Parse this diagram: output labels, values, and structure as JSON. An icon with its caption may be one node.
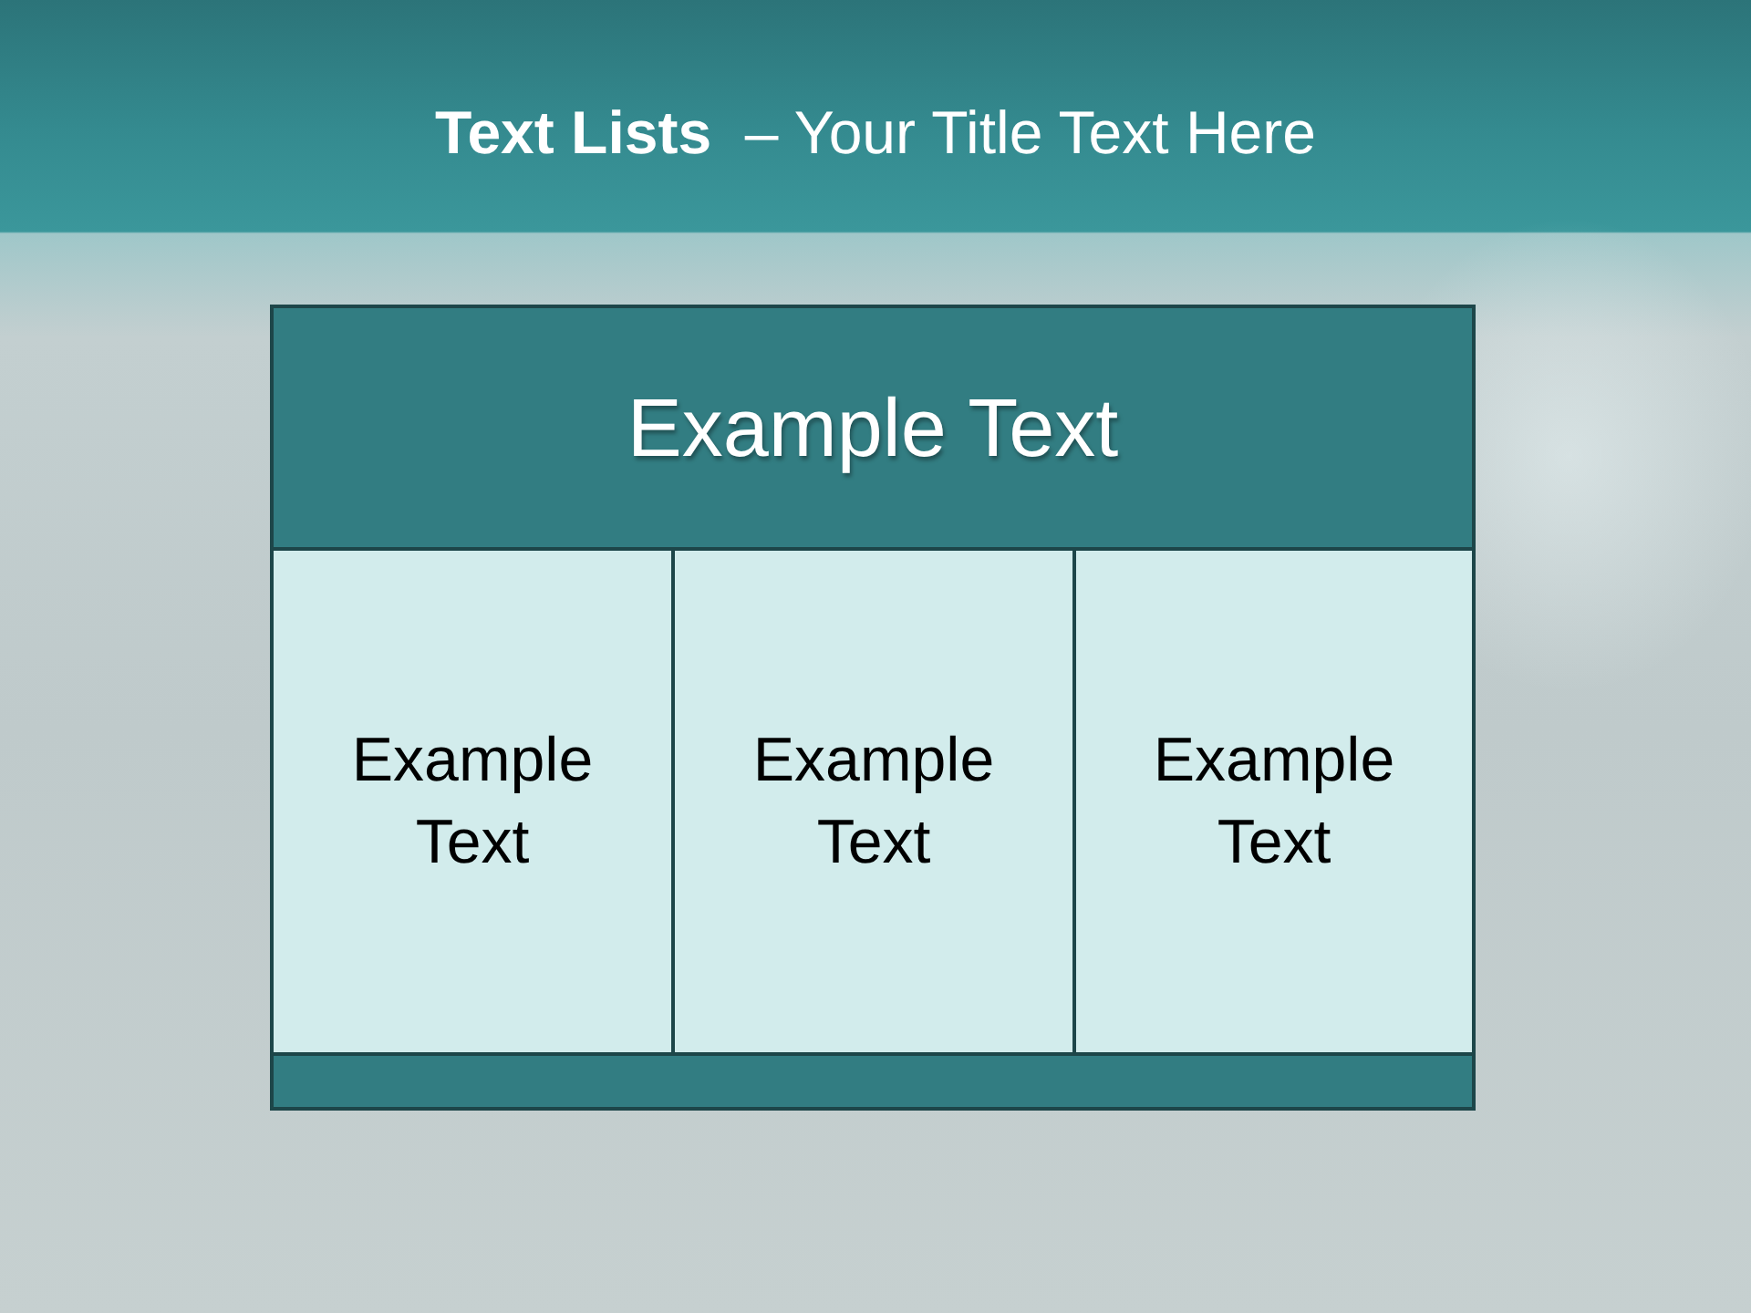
{
  "diagram": {
    "title": "**Text Lists**  – Your Title Text Here",
    "nodes": [
      {
        "text": [
          "Example Text"
        ]
      },
      {
        "text": [
          "Example Text"
        ]
      },
      {
        "text": [
          "Example Text"
        ]
      },
      {
        "text": [
          "Example Text"
        ]
      },
      {
        "text": [],
        "shape": "bar"
      }
    ]
  }
}
